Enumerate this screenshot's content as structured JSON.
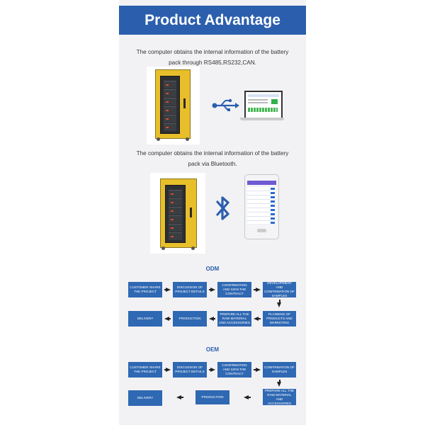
{
  "header": {
    "title": "Product Advantage"
  },
  "section1": {
    "caption": "The computer obtains the internal information of the battery pack through RS485,RS232,CAN."
  },
  "section2": {
    "caption": "The computer obtains the internal information of the battery pack via Bluetooth."
  },
  "odm": {
    "title": "ODM",
    "steps": [
      "CUSTOMER SHARE THE PROJECT",
      "DISCUSSION OF PROJECT DETAILS",
      "CONFIRMATION AND SIGN THE CONTRACT",
      "DEVELOPMENT AND CONFIRMATION OF SAMPLES",
      "PLANNING OF PRODUCTS AND MARKETING",
      "PREPARE ALL THE RAW MATERIAL AND ACCESSORIES",
      "PRODUCTION",
      "DELIVERY"
    ]
  },
  "oem": {
    "title": "OEM",
    "steps": [
      "CUSTOMER SHARE THE PROJECT",
      "DISCUSSION OF PROJECT DETAILS",
      "CONFIRMATION AND SIGN THE CONTRACT",
      "CONFIRMATION OF SAMPLES",
      "PREPARE ALL THE RAW MATERIAL AND ACCESSORIES",
      "PRODUCTION",
      "DELIVERY"
    ]
  },
  "icons": {
    "usb": "usb-icon",
    "bluetooth": "bluetooth-icon"
  },
  "colors": {
    "brand_blue": "#2b5fae",
    "step_blue": "#2f68b3",
    "cabinet_yellow": "#e8bf2a"
  }
}
